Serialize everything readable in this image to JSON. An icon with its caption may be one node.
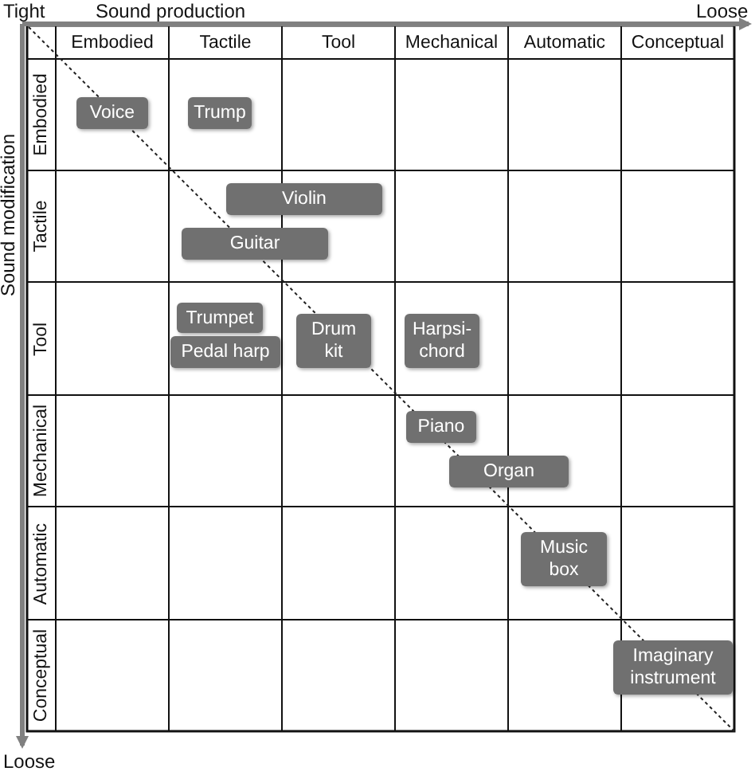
{
  "diagram": {
    "nodes": [
      {
        "text": [
          "Voice"
        ]
      },
      {
        "text": [
          "Trump"
        ]
      },
      {
        "text": [
          "Violin"
        ]
      },
      {
        "text": [
          "Guitar"
        ]
      },
      {
        "text": [
          "Trumpet"
        ]
      },
      {
        "text": [
          "Pedal harp"
        ]
      },
      {
        "text": [
          "Drum kit"
        ]
      },
      {
        "text": [
          "Harpsi- chord"
        ]
      },
      {
        "text": [
          "Piano"
        ]
      },
      {
        "text": [
          "Organ"
        ]
      },
      {
        "text": [
          "Music box"
        ]
      },
      {
        "text": [
          "Imaginary instrument"
        ]
      }
    ],
    "labels": [
      "Tight",
      "Sound production",
      "Loose",
      "Embodied",
      "Tactile",
      "Tool",
      "Mechanical",
      "Automatic",
      "Conceptual",
      "Sound modification",
      "Embodied",
      "Tactile",
      "Tool",
      "Mechanical",
      "Automatic",
      "Conceptual",
      "Loose"
    ]
  }
}
